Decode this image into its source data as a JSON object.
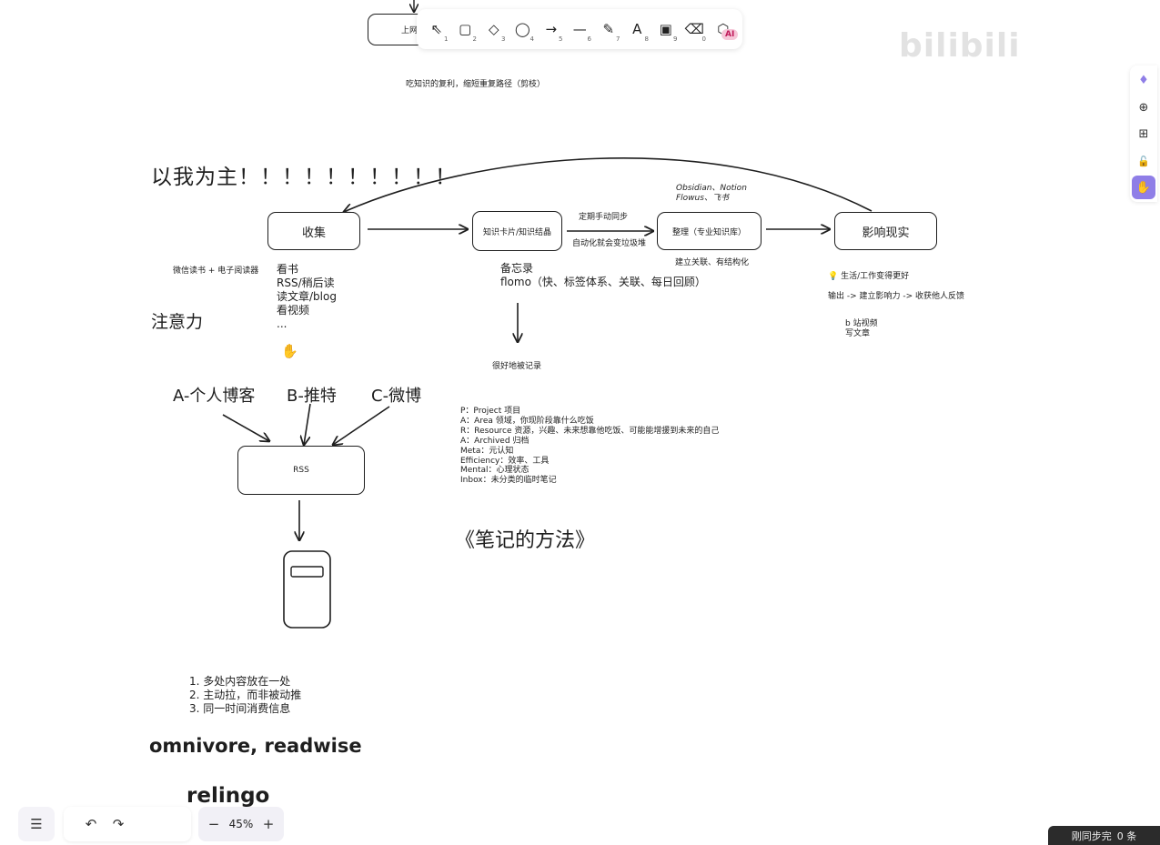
{
  "toolbar": {
    "tools": [
      {
        "icon": "select-cursor-icon",
        "glyph": "⇖",
        "key": "1"
      },
      {
        "icon": "rectangle-icon",
        "glyph": "▢",
        "key": "2"
      },
      {
        "icon": "diamond-icon",
        "glyph": "◇",
        "key": "3"
      },
      {
        "icon": "ellipse-icon",
        "glyph": "◯",
        "key": "4"
      },
      {
        "icon": "arrow-icon",
        "glyph": "→",
        "key": "5"
      },
      {
        "icon": "line-icon",
        "glyph": "—",
        "key": "6"
      },
      {
        "icon": "pencil-icon",
        "glyph": "✎",
        "key": "7"
      },
      {
        "icon": "text-icon",
        "glyph": "A",
        "key": "8"
      },
      {
        "icon": "image-icon",
        "glyph": "▣",
        "key": "9"
      },
      {
        "icon": "eraser-icon",
        "glyph": "⌫",
        "key": "0"
      },
      {
        "icon": "shapes-library-icon",
        "glyph": "⬡",
        "key": ""
      }
    ],
    "ai_badge": "AI"
  },
  "watermark": "bilibili",
  "canvas": {
    "top_box": "上网",
    "compound_note": "吃知识的复利，缩短重复路径（剪枝）",
    "headline": "以我为主！！！！！！！！！！",
    "attention": "注意力",
    "collect_box": "收集",
    "card_box": "知识卡片/知识结晶",
    "organize_box": "整理（专业知识库）",
    "impact_box": "影响现实",
    "sync_manual": "定期手动同步",
    "auto_junk": "自动化就会变垃圾堆",
    "tools_note_lines": [
      "Obsidian、Notion",
      "Flowus、飞书"
    ],
    "build_relations": "建立关联、有结构化",
    "wechat_reader": "微信读书 + 电子阅读器",
    "collect_items": [
      "看书",
      "RSS/稍后读",
      "读文章/blog",
      "看视频",
      "..."
    ],
    "memo_lines": [
      "备忘录",
      "flomo（快、标签体系、关联、每日回顾）"
    ],
    "good_record": "很好地被记录",
    "life_better": "💡 生活/工作变得更好",
    "output_chain": "输出 -> 建立影响力 -> 收获他人反馈",
    "output_items": [
      "b 站视频",
      "写文章"
    ],
    "source_a": "A-个人博客",
    "source_b": "B-推特",
    "source_c": "C-微博",
    "rss_box": "RSS",
    "para_lines": [
      "P：Project 项目",
      "A：Area 领域，你现阶段靠什么吃饭",
      "R：Resource 资源，兴趣、未来想靠他吃饭、可能能增援到未来的自己",
      "A：Archived 归档",
      "Meta：元认知",
      "Efficiency：效率、工具",
      "Mental：心理状态",
      "Inbox：未分类的临时笔记"
    ],
    "book_title": "《笔记的方法》",
    "principles": [
      "1. 多处内容放在一处",
      "2. 主动拉，而非被动推",
      "3. 同一时间消费信息"
    ],
    "apps_line": "omnivore, readwise",
    "cubox_line": "relingo"
  },
  "right_rail": [
    {
      "icon": "brand-logo-icon",
      "glyph": "♦"
    },
    {
      "icon": "new-file-icon",
      "glyph": "⊕"
    },
    {
      "icon": "book-icon",
      "glyph": "⊞"
    },
    {
      "icon": "unlock-icon",
      "glyph": "🔓"
    },
    {
      "icon": "hand-icon",
      "glyph": "✋"
    }
  ],
  "bottom": {
    "menu_glyph": "☰",
    "undo_glyph": "↶",
    "redo_glyph": "↷",
    "zoom_out_glyph": "−",
    "zoom_level": "45%",
    "zoom_in_glyph": "+"
  },
  "status": {
    "sync_text": "刚同步完",
    "count_text": "0 条"
  },
  "colors": {
    "accent": "#8f7ee7",
    "stroke": "#1e1e1e",
    "panel": "#f1f0f6"
  }
}
